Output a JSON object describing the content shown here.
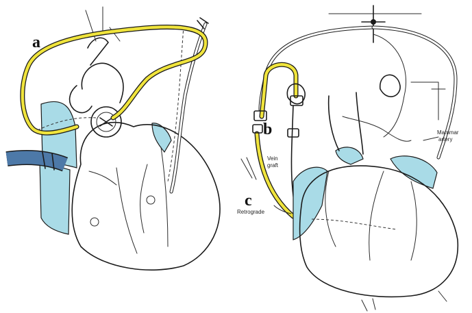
{
  "figure": {
    "panel_labels": {
      "a": "a",
      "b": "b",
      "c": "c"
    },
    "annotations": {
      "mammary_artery": "Mammar\nartery",
      "mammary_line1": "Mammar",
      "mammary_line2": "artery",
      "vein_graft_line1": "Vein",
      "vein_graft_line2": "graft",
      "retrograde": "Retrograde"
    }
  },
  "colors": {
    "tube_highlight": "#f0e43c",
    "tissue_highlight": "#a9dbe7",
    "cannula_blue": "#4d79a8",
    "line_ink": "#1b1b1b"
  }
}
